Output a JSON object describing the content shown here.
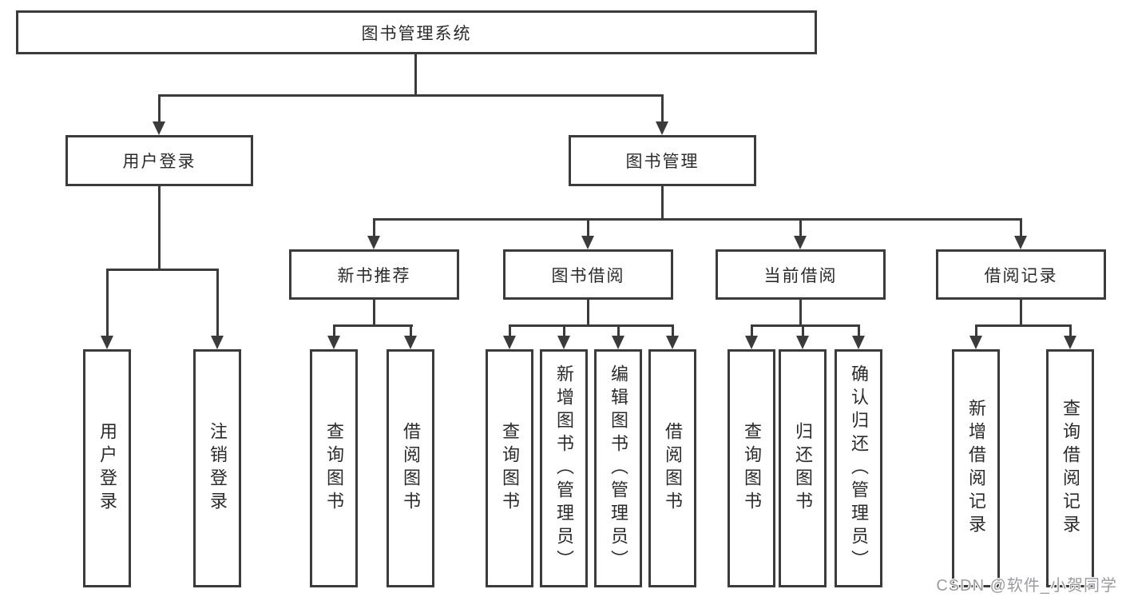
{
  "diagram": {
    "type": "hierarchy-tree",
    "tree": {
      "label": "图书管理系统",
      "children": [
        {
          "label": "用户登录",
          "children": [
            {
              "label": "用户登录"
            },
            {
              "label": "注销登录"
            }
          ]
        },
        {
          "label": "图书管理",
          "children": [
            {
              "label": "新书推荐",
              "children": [
                {
                  "label": "查询图书"
                },
                {
                  "label": "借阅图书"
                }
              ]
            },
            {
              "label": "图书借阅",
              "children": [
                {
                  "label": "查询图书"
                },
                {
                  "label": "新增图书（管理员）"
                },
                {
                  "label": "编辑图书（管理员）"
                },
                {
                  "label": "借阅图书"
                }
              ]
            },
            {
              "label": "当前借阅",
              "children": [
                {
                  "label": "查询图书"
                },
                {
                  "label": "归还图书"
                },
                {
                  "label": "确认归还（管理员）"
                }
              ]
            },
            {
              "label": "借阅记录",
              "children": [
                {
                  "label": "新增借阅记录"
                },
                {
                  "label": "查询借阅记录"
                }
              ]
            }
          ]
        }
      ]
    },
    "colors": {
      "line": "#3b3b3b",
      "text": "#2b2b2b",
      "background": "#ffffff",
      "watermark_text": "#9b9ba1"
    }
  },
  "watermark": {
    "text": "CSDN @软件_小贺同学"
  }
}
